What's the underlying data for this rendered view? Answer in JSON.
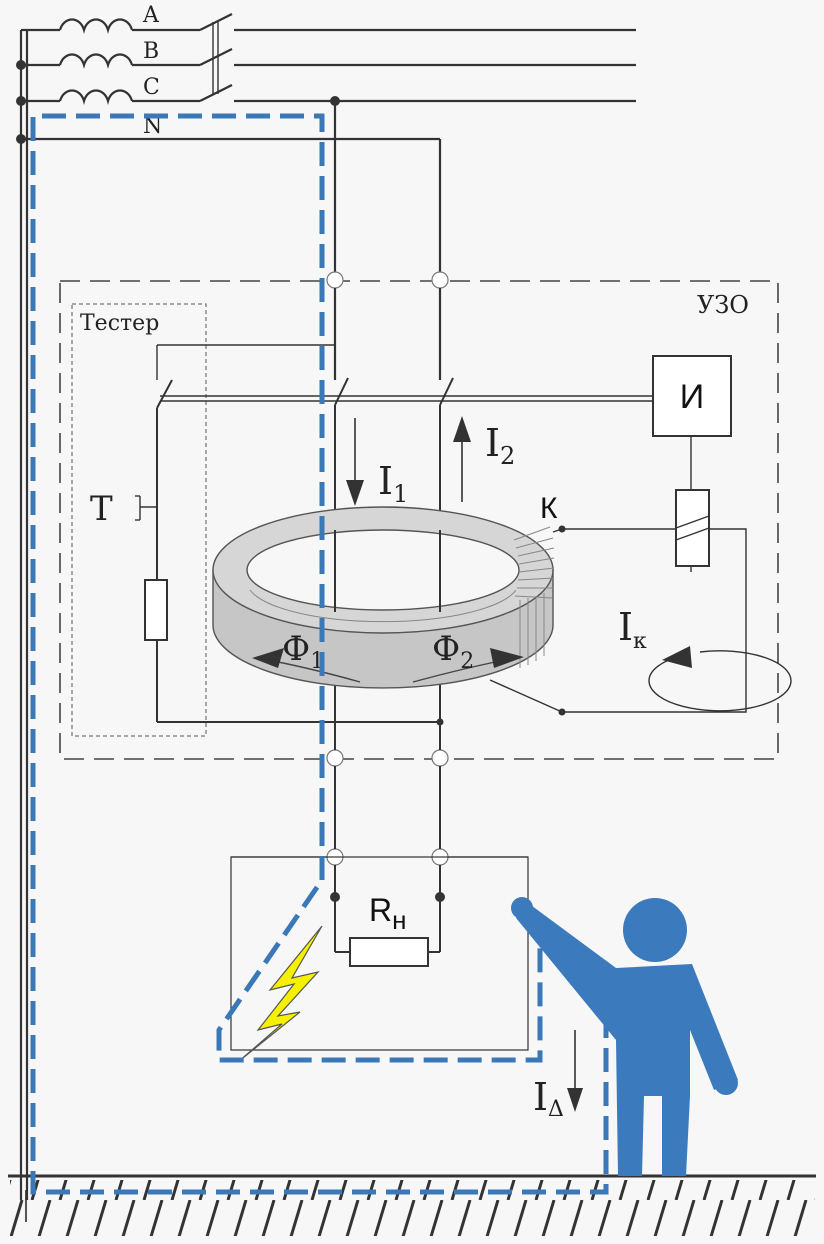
{
  "phases": {
    "a": "A",
    "b": "B",
    "c": "C",
    "n": "N"
  },
  "rcd": {
    "label": "УЗО"
  },
  "tester": {
    "label": "Тестер",
    "button": "T"
  },
  "meter": {
    "label": "И"
  },
  "contact": {
    "label": "К"
  },
  "currents": {
    "i1": {
      "main": "I",
      "sub": "1"
    },
    "i2": {
      "main": "I",
      "sub": "2"
    },
    "ik": {
      "main": "I",
      "sub": "к"
    },
    "idelta": {
      "main": "I",
      "sub": "Δ"
    }
  },
  "fluxes": {
    "f1": {
      "main": "Ф",
      "sub": "1"
    },
    "f2": {
      "main": "Ф",
      "sub": "2"
    }
  },
  "load": {
    "main": "R",
    "sub": "н"
  },
  "colors": {
    "leak_path": "#3a78b8",
    "person": "#3b7bbd",
    "spark": "#f4f000",
    "core": "#cfcfcf",
    "wire": "#333333"
  }
}
